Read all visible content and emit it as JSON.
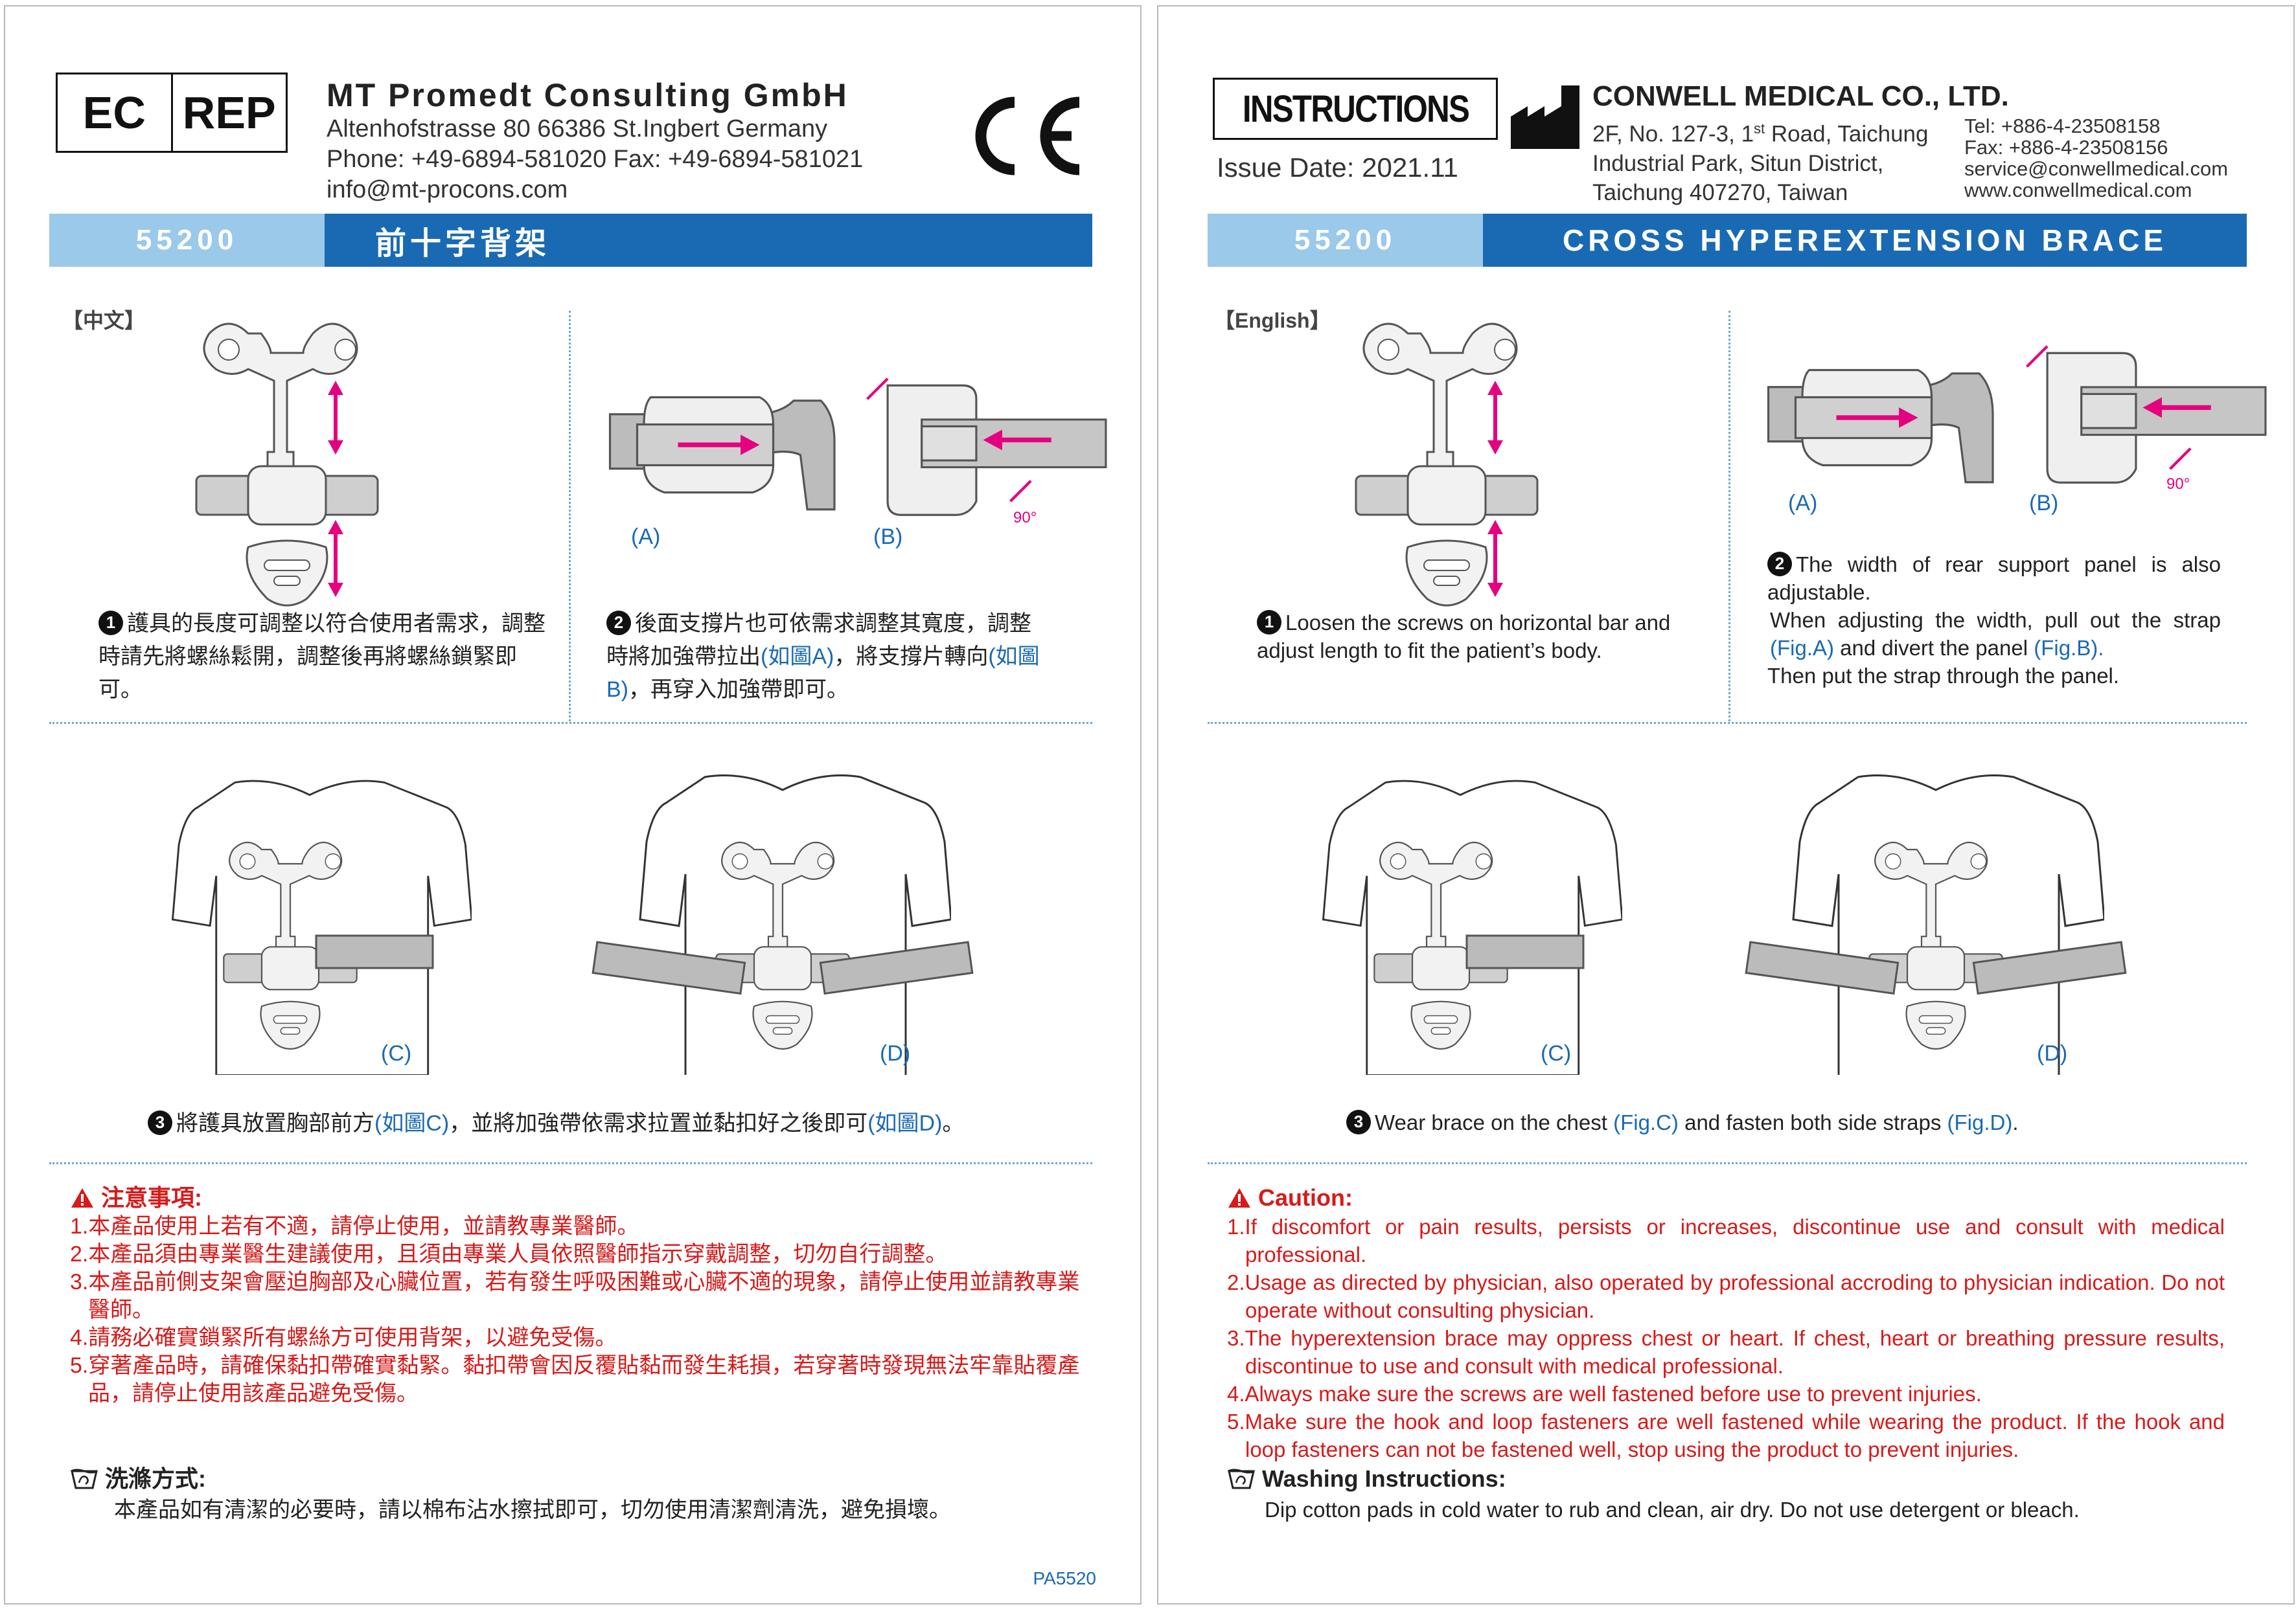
{
  "left": {
    "ec": "EC",
    "rep": "REP",
    "company": "MT Promedt Consulting GmbH",
    "address": "Altenhofstrasse 80 66386 St.Ingbert Germany",
    "phone": "Phone: +49-6894-581020  Fax: +49-6894-581021",
    "email": "info@mt-procons.com",
    "code": "55200",
    "title": "前十字背架",
    "section": "【中文】",
    "step1": "護具的長度可調整以符合使用者需求，調整時請先將螺絲鬆開，調整後再將螺絲鎖緊即可。",
    "step2a": "後面支撐片也可依需求調整其寬度，調整時將加強帶拉出",
    "step2b": "(如圖A)",
    "step2c": "，將支撐片轉向",
    "step2d": "(如圖B)",
    "step2e": "，再穿入加強帶即可。",
    "step3a": "將護具放置胸部前方",
    "step3b": "(如圖C)",
    "step3c": "，並將加強帶依需求拉置並黏扣好之後即可",
    "step3d": "(如圖D)",
    "step3e": "。",
    "caution_title": "注意事項:",
    "cautions": [
      "1.本產品使用上若有不適，請停止使用，並請教專業醫師。",
      "2.本產品須由專業醫生建議使用，且須由專業人員依照醫師指示穿戴調整，切勿自行調整。",
      "3.本產品前側支架會壓迫胸部及心臟位置，若有發生呼吸困難或心臟不適的現象，請停止使用並請教專業醫師。",
      "4.請務必確實鎖緊所有螺絲方可使用背架，以避免受傷。",
      "5.穿著產品時，請確保黏扣帶確實黏緊。黏扣帶會因反覆貼黏而發生耗損，若穿著時發現無法牢靠貼覆產品，請停止使用該產品避免受傷。"
    ],
    "wash_title": "洗滌方式:",
    "wash_text": "本產品如有清潔的必要時，請以棉布沾水擦拭即可，切勿使用清潔劑清洗，避免損壞。",
    "pa": "PA5520"
  },
  "right": {
    "instructions": "INSTRUCTIONS",
    "issue": "Issue Date: 2021.11",
    "company": "CONWELL MEDICAL CO., LTD.",
    "addr1a": "2F, No. 127-3, 1",
    "addr1sup": "st",
    "addr1b": " Road, Taichung",
    "addr2": "Industrial Park, Situn District,",
    "addr3": "Taichung 407270, Taiwan",
    "tel": "Tel: +886-4-23508158",
    "fax": "Fax: +886-4-23508156",
    "email": "service@conwellmedical.com",
    "web": "www.conwellmedical.com",
    "code": "55200",
    "title": "CROSS HYPEREXTENSION BRACE",
    "section": "【English】",
    "step1": "Loosen the screws on horizontal bar and adjust length to fit the patient’s body.",
    "step2a": "The width of rear support panel is also adjustable.",
    "step2b": "When adjusting the width, pull out the strap",
    "step2c": "(Fig.A)",
    "step2d": " and divert the panel ",
    "step2e": "(Fig.B).",
    "step2f": "Then put the strap through the panel.",
    "step3a": "Wear brace on the chest ",
    "step3b": "(Fig.C)",
    "step3c": " and fasten both side straps ",
    "step3d": "(Fig.D)",
    "step3e": ".",
    "caution_title": "Caution:",
    "cautions": [
      "1.If discomfort or pain results, persists or increases, discontinue use and consult with medical professional.",
      "2.Usage as directed by physician, also operated by professional accroding to physician indication. Do not operate without consulting physician.",
      "3.The hyperextension brace may oppress chest or heart. If chest, heart or breathing pressure results, discontinue to use and consult with medical professional.",
      "4.Always make sure the screws are well fastened before use to prevent injuries.",
      "5.Make sure the hook and loop fasteners are well fastened while wearing the product. If the hook and loop fasteners can not be fastened well, stop using the product to prevent injuries."
    ],
    "wash_title": "Washing Instructions:",
    "wash_text": "Dip cotton pads in cold water to rub and clean, air dry. Do not use detergent or bleach."
  },
  "figs": {
    "a": "(A)",
    "b": "(B)",
    "c": "(C)",
    "d": "(D)",
    "deg": "90°",
    "n1": "1",
    "n2": "2",
    "n3": "3"
  },
  "colors": {
    "blue": "#1a6ab3",
    "light_blue": "#9ac9ea",
    "red": "#d71a1a",
    "magenta": "#e4007f"
  }
}
